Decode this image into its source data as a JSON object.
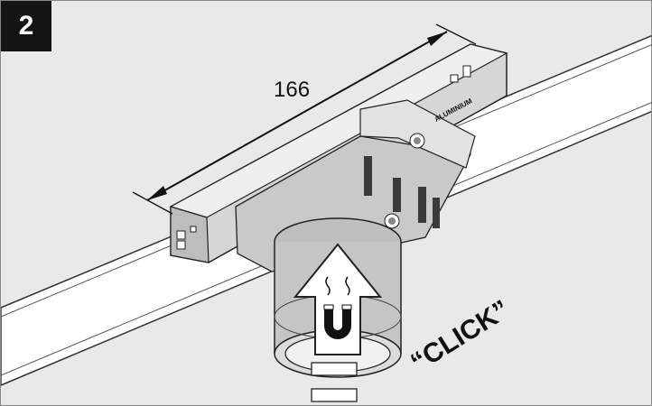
{
  "figure": {
    "step_number": "2",
    "dimension_label": "166",
    "click_label": "“CLICK”",
    "brand_mark": "ALUMINIUM"
  }
}
